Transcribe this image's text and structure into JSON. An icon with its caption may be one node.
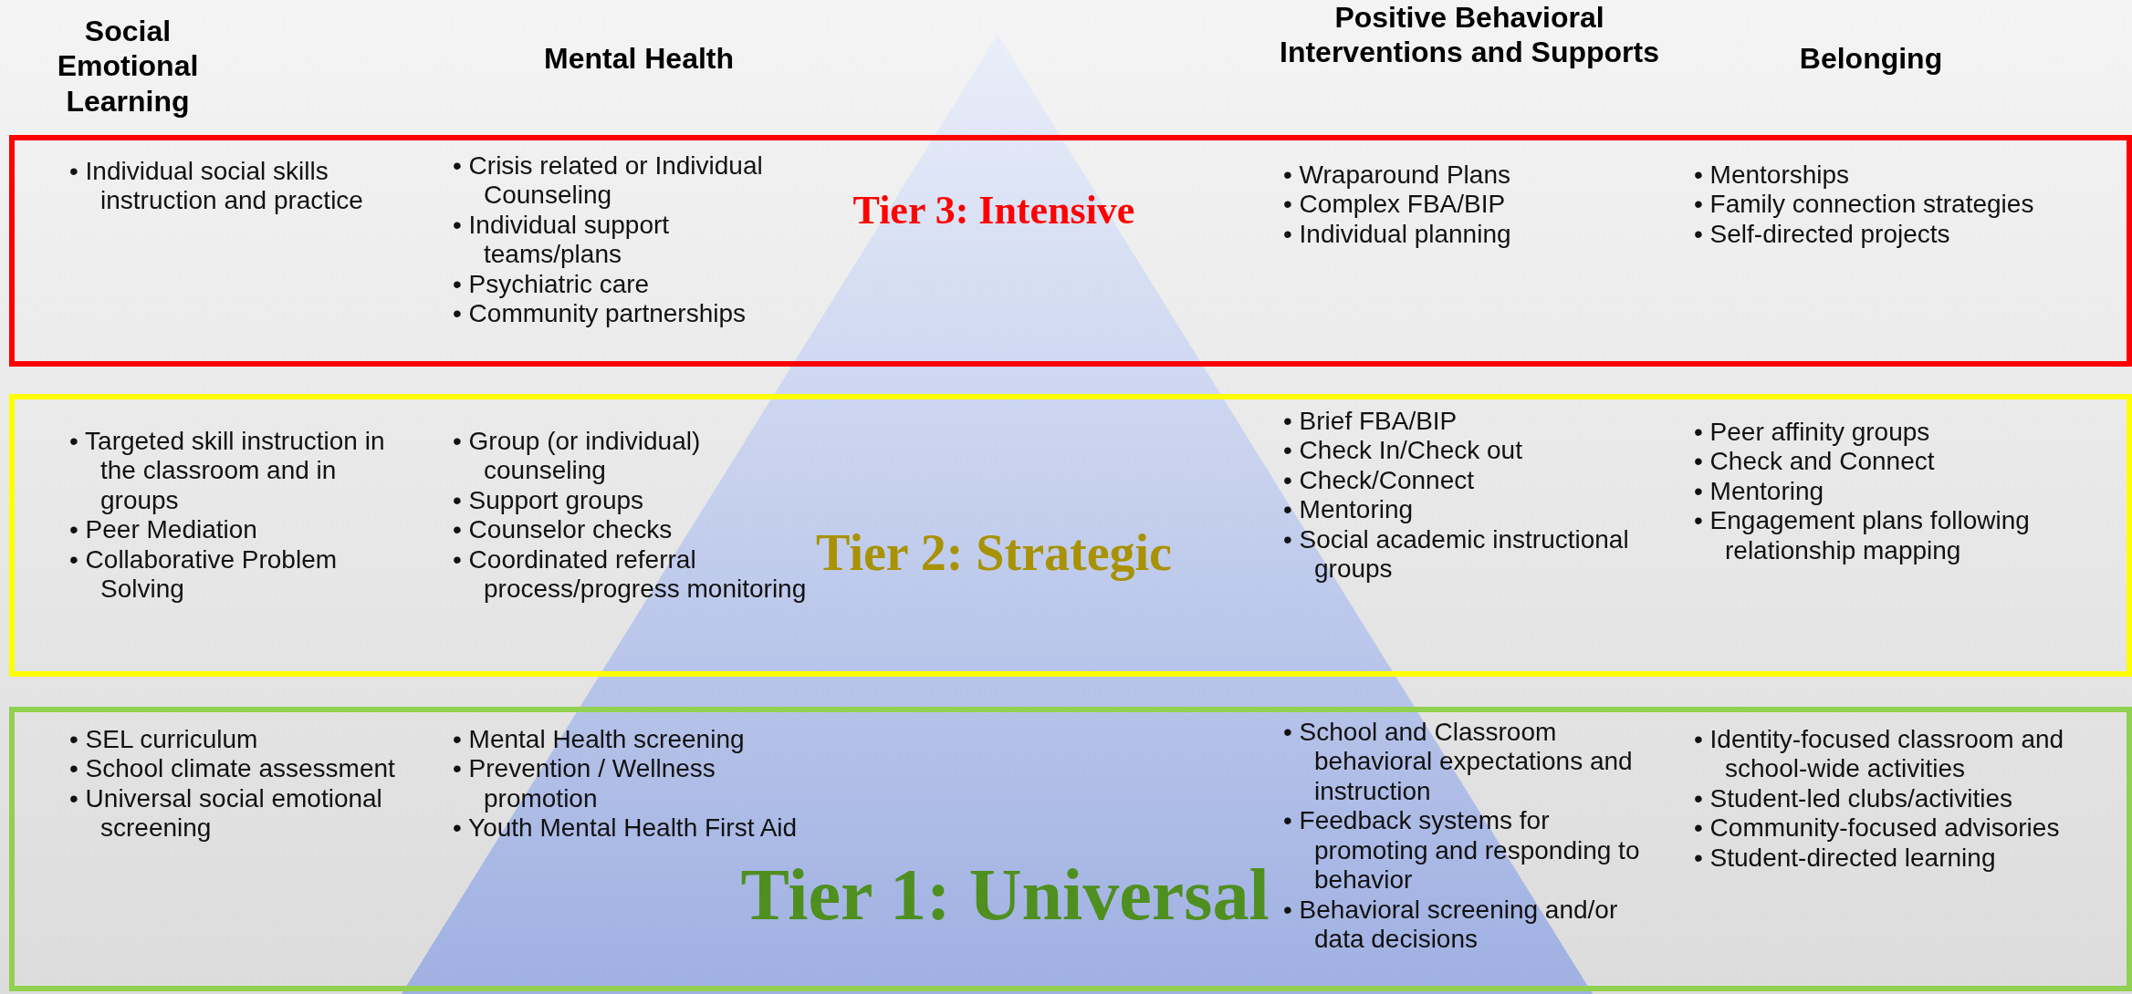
{
  "diagram": {
    "nodes": [
      {
        "text": [
          "Tier 3: Intensive"
        ]
      },
      {
        "text": [
          "• Individual social skills instruction and practice"
        ],
        "in": 0
      },
      {
        "text": [
          "• Crisis related or Individual Counseling",
          "• Individual support teams/plans",
          "• Psychiatric care",
          "• Community partnerships"
        ],
        "in": 0
      },
      {
        "text": [
          "• Wraparound Plans",
          "• Complex FBA/BIP",
          "• Individual planning"
        ],
        "in": 0
      },
      {
        "text": [
          "• Mentorships",
          "• Family connection strategies",
          "• Self-directed projects"
        ],
        "in": 0
      },
      {
        "text": [
          "Tier 2: Strategic"
        ]
      },
      {
        "text": [
          "• Targeted skill instruction in the classroom and in groups",
          "• Peer Mediation",
          "• Collaborative Problem Solving"
        ],
        "in": 5
      },
      {
        "text": [
          "• Group (or individual) counseling",
          "• Support groups",
          "• Counselor checks",
          "• Coordinated referral process/progress monitoring"
        ],
        "in": 5
      },
      {
        "text": [
          "• Brief FBA/BIP",
          "• Check In/Check out",
          "• Check/Connect",
          "• Mentoring",
          "• Social academic instructional groups"
        ],
        "in": 5
      },
      {
        "text": [
          "• Peer affinity groups",
          "• Check and Connect",
          "• Mentoring",
          "• Engagement plans following relationship mapping"
        ],
        "in": 5
      },
      {
        "text": [
          "Tier 1: Universal"
        ]
      },
      {
        "text": [
          "• SEL curriculum",
          "• School climate assessment",
          "• Universal social emotional screening"
        ],
        "in": 10
      },
      {
        "text": [
          "• Mental Health screening",
          "• Prevention / Wellness promotion",
          "• Youth Mental Health First Aid"
        ],
        "in": 10
      },
      {
        "text": [
          "• School and Classroom behavioral expectations and instruction",
          "• Feedback systems for promoting and responding to behavior",
          "• Behavioral screening and/or data decisions"
        ],
        "in": 10
      },
      {
        "text": [
          "• Identity-focused classroom and school-wide activities",
          "• Student-led clubs/activities",
          "• Community-focused advisories",
          "• Student-directed learning"
        ],
        "in": 10
      }
    ],
    "labels": [
      "Social Emotional Learning",
      "Mental Health",
      "Positive Behavioral Interventions and Supports",
      "Belonging"
    ]
  }
}
